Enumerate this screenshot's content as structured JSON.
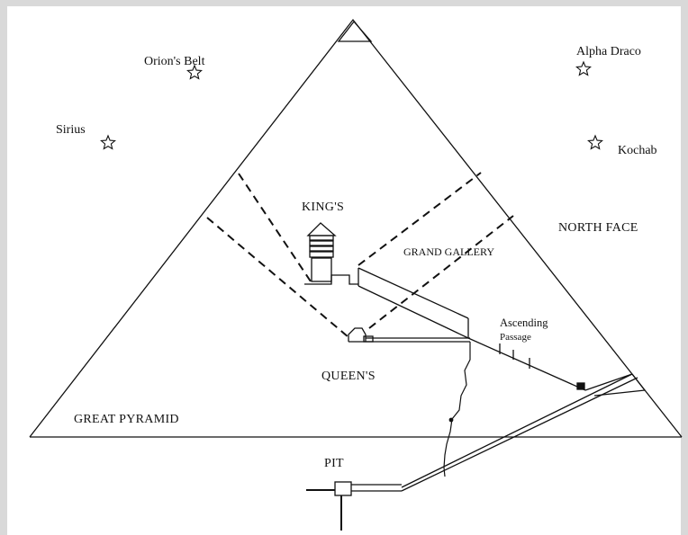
{
  "diagram": {
    "stars": {
      "orions_belt": "Orion's Belt",
      "sirius": "Sirius",
      "alpha_draco": "Alpha Draco",
      "kochab": "Kochab"
    },
    "chambers": {
      "kings": "KING'S",
      "queens": "QUEEN'S",
      "grand_gallery": "GRAND GALLERY",
      "pit": "PIT"
    },
    "faces": {
      "north_face": "NORTH FACE",
      "great_pyramid": "GREAT PYRAMID"
    },
    "passages": {
      "ascending": [
        "Ascending",
        "Passage"
      ]
    },
    "colors": {
      "background": "#d9d9d9",
      "paper": "#ffffff",
      "ink": "#111111"
    }
  }
}
